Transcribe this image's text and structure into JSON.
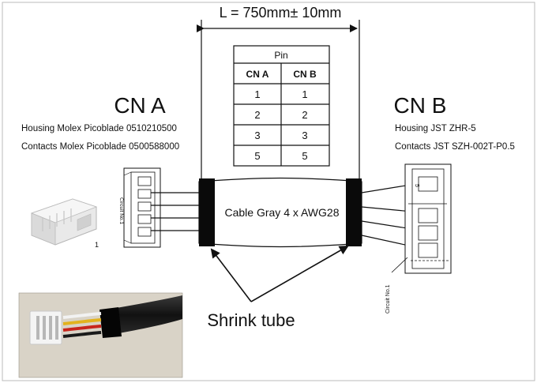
{
  "length_label": "L = 750mm± 10mm",
  "cn_a": {
    "title": "CN A",
    "housing": "Housing Molex Picoblade 0510210500",
    "contacts": "Contacts Molex Picoblade 0500588000",
    "circuit_label": "Circuit No.1",
    "pin_marker": "1"
  },
  "cn_b": {
    "title": "CN B",
    "housing": "Housing JST ZHR-5",
    "contacts": "Contacts JST SZH-002T-P0.5",
    "circuit_label": "Circuit No.1",
    "pin_marker": "5"
  },
  "pin_table": {
    "title": "Pin",
    "headers": [
      "CN A",
      "CN B"
    ],
    "rows": [
      [
        "1",
        "1"
      ],
      [
        "2",
        "2"
      ],
      [
        "3",
        "3"
      ],
      [
        "5",
        "5"
      ]
    ]
  },
  "cable_label": "Cable Gray 4 x AWG28",
  "shrink_label": "Shrink tube",
  "colors": {
    "line": "#111111",
    "tube": "#0a0a0a",
    "photo_bg": "#d9d3c7",
    "cable_black": "#1a1a1a",
    "wire_red": "#c8251c",
    "wire_yellow": "#e2b21e",
    "wire_white": "#f2f2f2"
  }
}
